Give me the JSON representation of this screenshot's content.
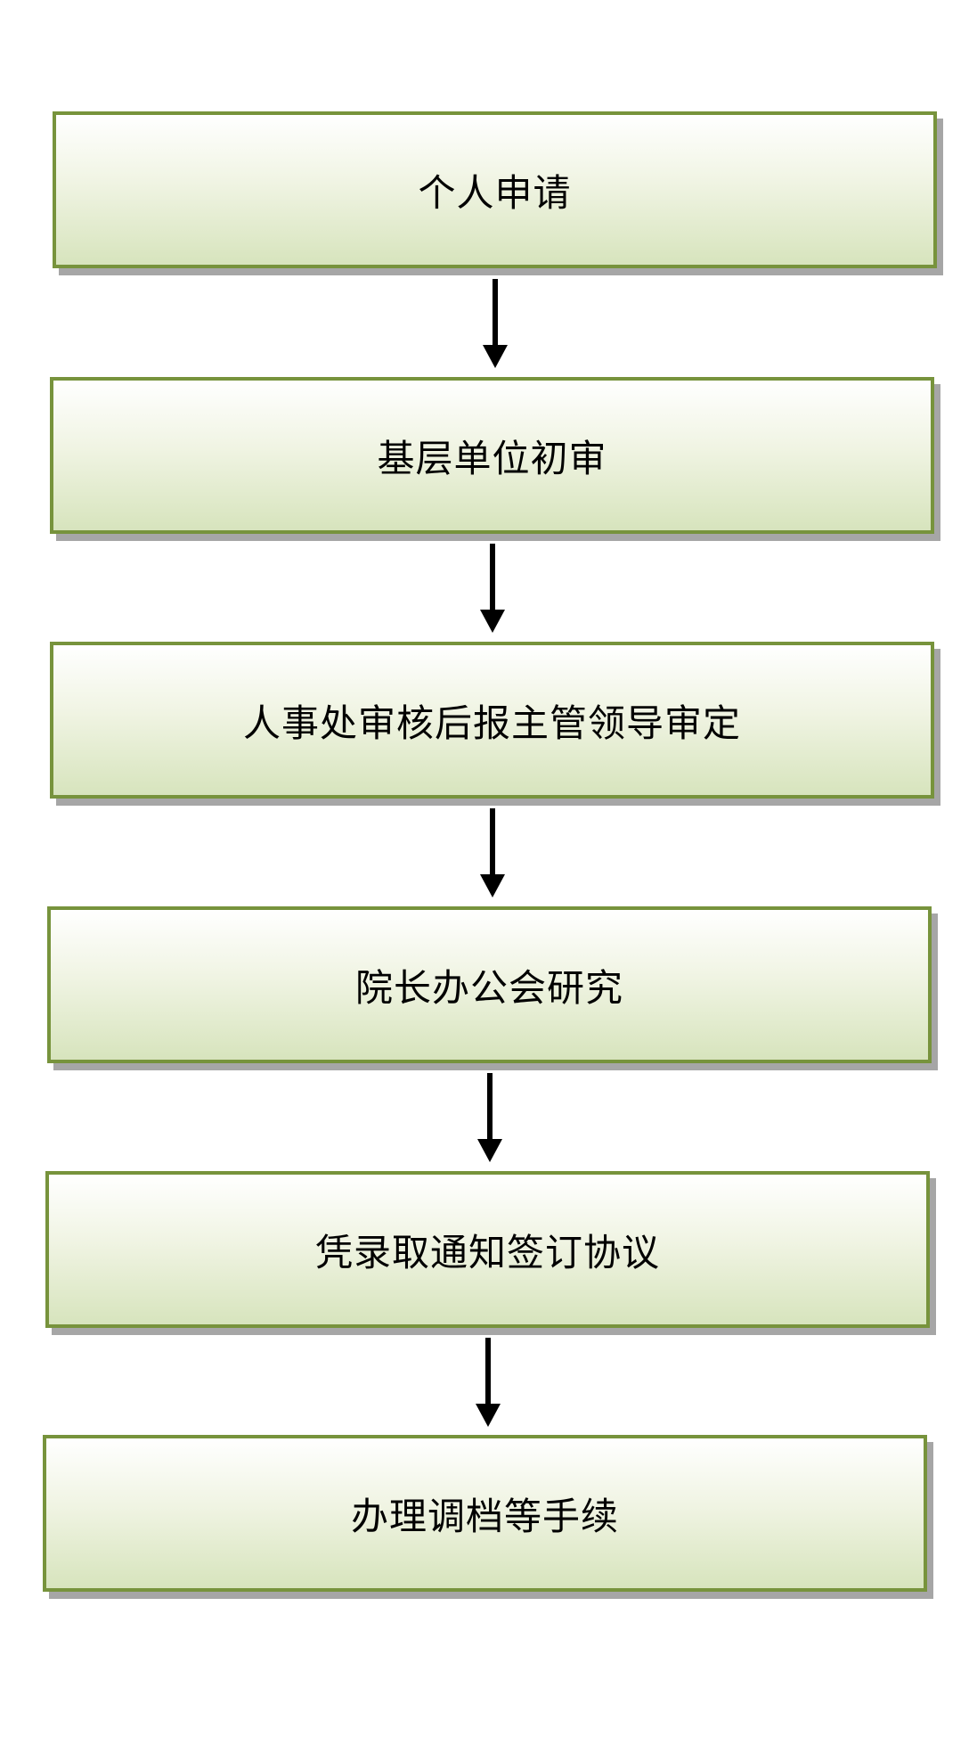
{
  "flowchart": {
    "steps": [
      {
        "label": "个人申请"
      },
      {
        "label": "基层单位初审"
      },
      {
        "label": "人事处审核后报主管领导审定"
      },
      {
        "label": "院长办公会研究"
      },
      {
        "label": "凭录取通知签订协议"
      },
      {
        "label": "办理调档等手续"
      }
    ]
  },
  "colors": {
    "box_border": "#77933c",
    "box_gradient_top": "#ffffff",
    "box_gradient_bottom": "#d7e4bd",
    "box_shadow": "#a6a6a6",
    "arrow": "#000000",
    "text": "#000000"
  }
}
